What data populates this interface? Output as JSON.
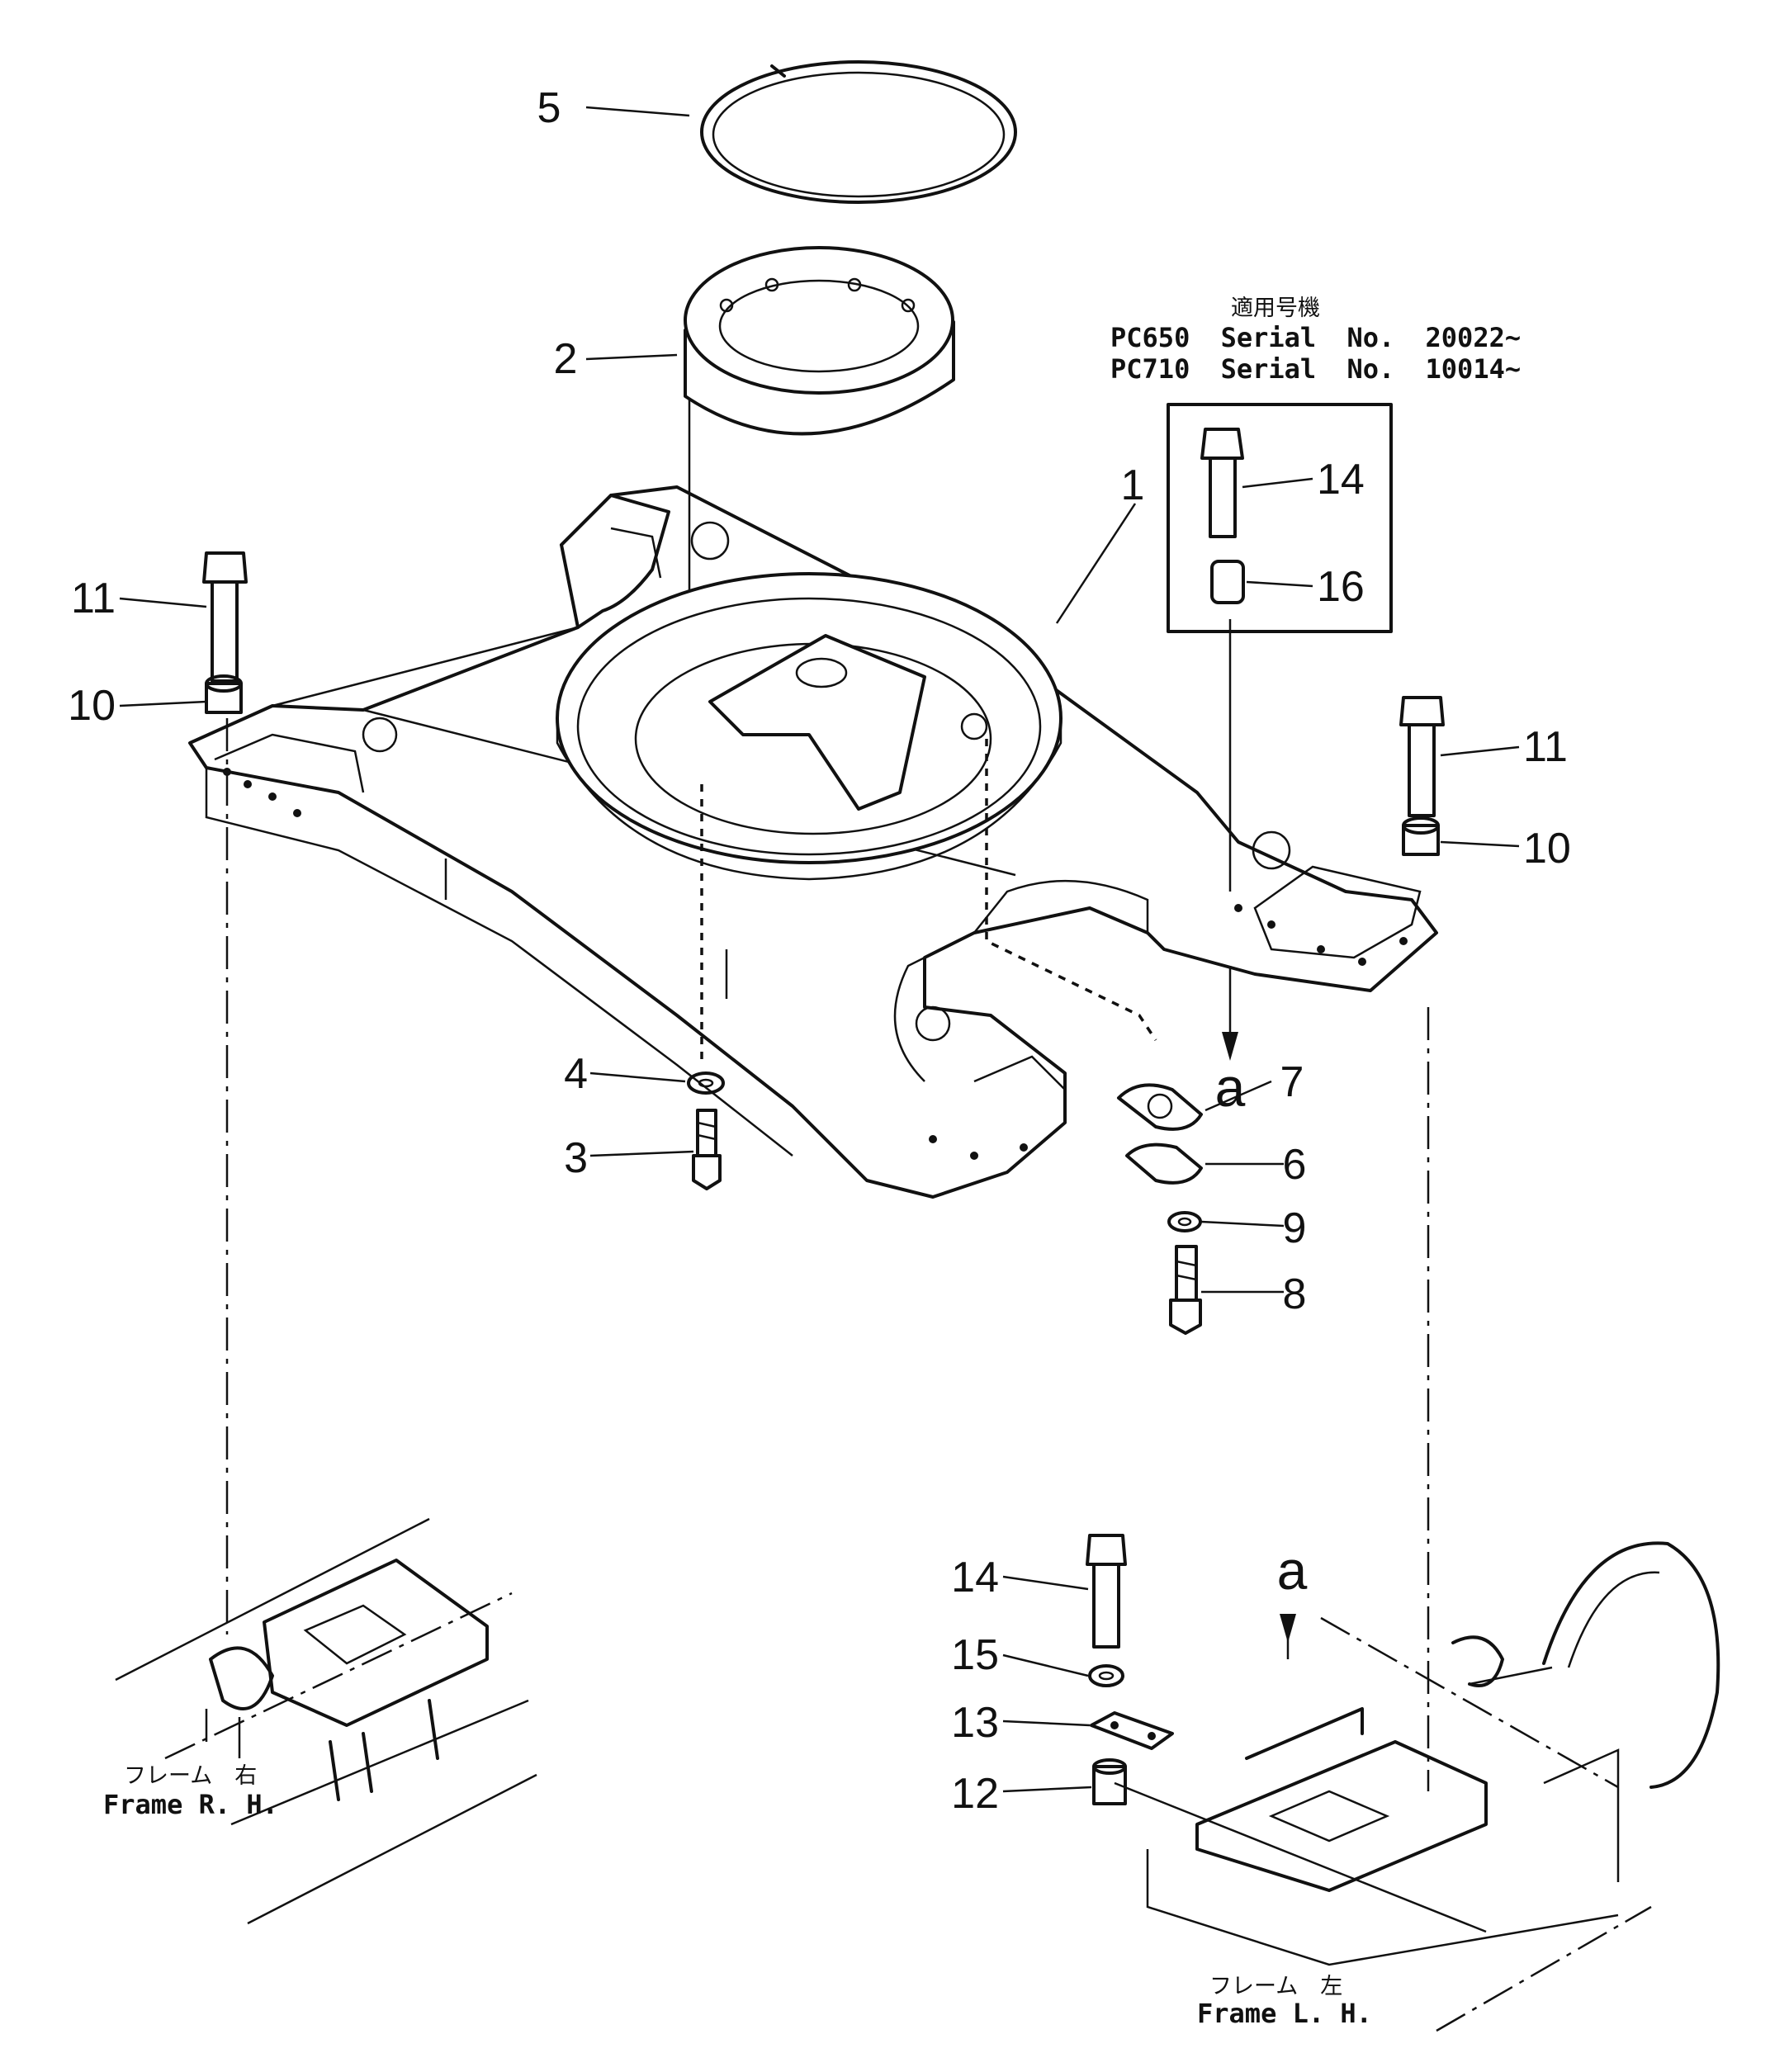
{
  "applicability": {
    "heading": "適用号機",
    "rows": [
      {
        "model": "PC650",
        "serial_label": "Serial",
        "no_label": "No.",
        "serial": "20022~"
      },
      {
        "model": "PC710",
        "serial_label": "Serial",
        "no_label": "No.",
        "serial": "10014~"
      }
    ]
  },
  "parts": [
    {
      "id": "p1",
      "number": "1"
    },
    {
      "id": "p2",
      "number": "2"
    },
    {
      "id": "p3",
      "number": "3"
    },
    {
      "id": "p4",
      "number": "4"
    },
    {
      "id": "p5",
      "number": "5"
    },
    {
      "id": "p6",
      "number": "6"
    },
    {
      "id": "p7",
      "number": "7"
    },
    {
      "id": "p8",
      "number": "8"
    },
    {
      "id": "p9",
      "number": "9"
    },
    {
      "id": "p10a",
      "number": "10"
    },
    {
      "id": "p10b",
      "number": "10"
    },
    {
      "id": "p11a",
      "number": "11"
    },
    {
      "id": "p11b",
      "number": "11"
    },
    {
      "id": "p12",
      "number": "12"
    },
    {
      "id": "p13",
      "number": "13"
    },
    {
      "id": "p14a",
      "number": "14"
    },
    {
      "id": "p14b",
      "number": "14"
    },
    {
      "id": "p15",
      "number": "15"
    },
    {
      "id": "p16",
      "number": "16"
    }
  ],
  "view_markers": {
    "top": "a",
    "bottom": "a"
  },
  "frame_rh": {
    "jp": "フレーム　右",
    "en": "Frame  R. H."
  },
  "frame_lh": {
    "jp": "フレーム　左",
    "en": "Frame  L. H."
  }
}
